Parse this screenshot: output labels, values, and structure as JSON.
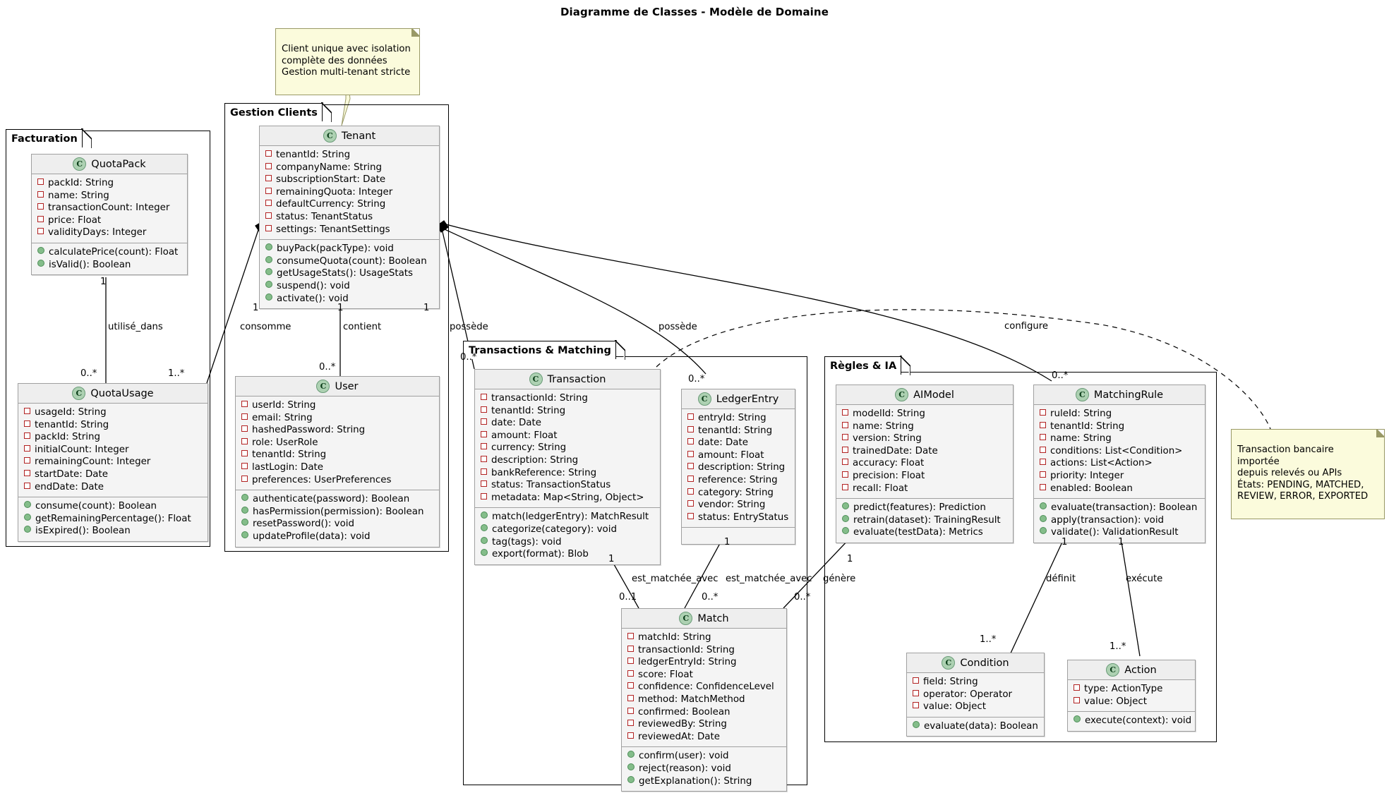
{
  "title": "Diagramme de Classes - Modèle de Domaine",
  "packages": [
    {
      "id": "facturation",
      "label": "Facturation"
    },
    {
      "id": "gestion_clients",
      "label": "Gestion Clients"
    },
    {
      "id": "transactions_matching",
      "label": "Transactions & Matching"
    },
    {
      "id": "regles_ia",
      "label": "Règles & IA"
    }
  ],
  "classes": [
    {
      "id": "quotapack",
      "name": "QuotaPack",
      "stereotype": "C",
      "attributes": [
        "packId: String",
        "name: String",
        "transactionCount: Integer",
        "price: Float",
        "validityDays: Integer"
      ],
      "methods": [
        "calculatePrice(count): Float",
        "isValid(): Boolean"
      ]
    },
    {
      "id": "quotausage",
      "name": "QuotaUsage",
      "stereotype": "C",
      "attributes": [
        "usageId: String",
        "tenantId: String",
        "packId: String",
        "initialCount: Integer",
        "remainingCount: Integer",
        "startDate: Date",
        "endDate: Date"
      ],
      "methods": [
        "consume(count): Boolean",
        "getRemainingPercentage(): Float",
        "isExpired(): Boolean"
      ]
    },
    {
      "id": "tenant",
      "name": "Tenant",
      "stereotype": "C",
      "attributes": [
        "tenantId: String",
        "companyName: String",
        "subscriptionStart: Date",
        "remainingQuota: Integer",
        "defaultCurrency: String",
        "status: TenantStatus",
        "settings: TenantSettings"
      ],
      "methods": [
        "buyPack(packType): void",
        "consumeQuota(count): Boolean",
        "getUsageStats(): UsageStats",
        "suspend(): void",
        "activate(): void"
      ]
    },
    {
      "id": "user",
      "name": "User",
      "stereotype": "C",
      "attributes": [
        "userId: String",
        "email: String",
        "hashedPassword: String",
        "role: UserRole",
        "tenantId: String",
        "lastLogin: Date",
        "preferences: UserPreferences"
      ],
      "methods": [
        "authenticate(password): Boolean",
        "hasPermission(permission): Boolean",
        "resetPassword(): void",
        "updateProfile(data): void"
      ]
    },
    {
      "id": "transaction",
      "name": "Transaction",
      "stereotype": "C",
      "attributes": [
        "transactionId: String",
        "tenantId: String",
        "date: Date",
        "amount: Float",
        "currency: String",
        "description: String",
        "bankReference: String",
        "status: TransactionStatus",
        "metadata: Map<String, Object>"
      ],
      "methods": [
        "match(ledgerEntry): MatchResult",
        "categorize(category): void",
        "tag(tags): void",
        "export(format): Blob"
      ]
    },
    {
      "id": "ledgerentry",
      "name": "LedgerEntry",
      "stereotype": "C",
      "attributes": [
        "entryId: String",
        "tenantId: String",
        "date: Date",
        "amount: Float",
        "description: String",
        "reference: String",
        "category: String",
        "vendor: String",
        "status: EntryStatus"
      ],
      "methods": []
    },
    {
      "id": "match",
      "name": "Match",
      "stereotype": "C",
      "attributes": [
        "matchId: String",
        "transactionId: String",
        "ledgerEntryId: String",
        "score: Float",
        "confidence: ConfidenceLevel",
        "method: MatchMethod",
        "confirmed: Boolean",
        "reviewedBy: String",
        "reviewedAt: Date"
      ],
      "methods": [
        "confirm(user): void",
        "reject(reason): void",
        "getExplanation(): String"
      ]
    },
    {
      "id": "aimodel",
      "name": "AIModel",
      "stereotype": "C",
      "attributes": [
        "modelId: String",
        "name: String",
        "version: String",
        "trainedDate: Date",
        "accuracy: Float",
        "precision: Float",
        "recall: Float"
      ],
      "methods": [
        "predict(features): Prediction",
        "retrain(dataset): TrainingResult",
        "evaluate(testData): Metrics"
      ]
    },
    {
      "id": "matchingrule",
      "name": "MatchingRule",
      "stereotype": "C",
      "attributes": [
        "ruleId: String",
        "tenantId: String",
        "name: String",
        "conditions: List<Condition>",
        "actions: List<Action>",
        "priority: Integer",
        "enabled: Boolean"
      ],
      "methods": [
        "evaluate(transaction): Boolean",
        "apply(transaction): void",
        "validate(): ValidationResult"
      ]
    },
    {
      "id": "condition",
      "name": "Condition",
      "stereotype": "C",
      "attributes": [
        "field: String",
        "operator: Operator",
        "value: Object"
      ],
      "methods": [
        "evaluate(data): Boolean"
      ]
    },
    {
      "id": "action",
      "name": "Action",
      "stereotype": "C",
      "attributes": [
        "type: ActionType",
        "value: Object"
      ],
      "methods": [
        "execute(context): void"
      ]
    }
  ],
  "notes": [
    {
      "id": "note-tenant",
      "text": "Client unique avec isolation\ncomplète des données\nGestion multi-tenant stricte"
    },
    {
      "id": "note-transaction",
      "text": "Transaction bancaire importée\ndepuis relevés ou APIs\nÉtats: PENDING, MATCHED,\nREVIEW, ERROR, EXPORTED"
    }
  ],
  "edge_labels": [
    {
      "id": "utilise-dans",
      "text": "utilisé_dans"
    },
    {
      "id": "consomme",
      "text": "consomme"
    },
    {
      "id": "contient",
      "text": "contient"
    },
    {
      "id": "possede-1",
      "text": "possède"
    },
    {
      "id": "possede-2",
      "text": "possède"
    },
    {
      "id": "configure",
      "text": "configure"
    },
    {
      "id": "est-matchee-avec-1",
      "text": "est_matchée_avec"
    },
    {
      "id": "est-matchee-avec-2",
      "text": "est_matchée_avec"
    },
    {
      "id": "genere",
      "text": "génère"
    },
    {
      "id": "definit",
      "text": "définit"
    },
    {
      "id": "execute",
      "text": "exécute"
    }
  ],
  "multiplicities": [
    {
      "id": "m-quotapack-1",
      "text": "1"
    },
    {
      "id": "m-quotausage-0n",
      "text": "0..*"
    },
    {
      "id": "m-quotausage-1n",
      "text": "1..*"
    },
    {
      "id": "m-tenant-consomme-1",
      "text": "1"
    },
    {
      "id": "m-tenant-contient-1",
      "text": "1"
    },
    {
      "id": "m-tenant-possede-1",
      "text": "1"
    },
    {
      "id": "m-user-0n",
      "text": "0..*"
    },
    {
      "id": "m-transaction-0n",
      "text": "0..*"
    },
    {
      "id": "m-ledger-0n",
      "text": "0..*"
    },
    {
      "id": "m-rule-0n",
      "text": "0..*"
    },
    {
      "id": "m-transaction-1",
      "text": "1"
    },
    {
      "id": "m-match-01",
      "text": "0..1"
    },
    {
      "id": "m-match-0n",
      "text": "0..*"
    },
    {
      "id": "m-ledger-1",
      "text": "1"
    },
    {
      "id": "m-match-0n2",
      "text": "0..*"
    },
    {
      "id": "m-aimodel-1",
      "text": "1"
    },
    {
      "id": "m-rule-definit-1",
      "text": "1"
    },
    {
      "id": "m-rule-execute-1",
      "text": "1"
    },
    {
      "id": "m-condition-1n",
      "text": "1..*"
    },
    {
      "id": "m-action-1n",
      "text": "1..*"
    }
  ],
  "colors": {
    "class_header": "#eeeeee",
    "class_body": "#f4f4f4",
    "class_border": "#a0a0a0",
    "icon_fill": "#add1b2",
    "attr_marker": "#b22222",
    "method_marker": "#84bd8a",
    "note_fill": "#fbfbdc",
    "note_border": "#999966",
    "line": "#000000"
  }
}
